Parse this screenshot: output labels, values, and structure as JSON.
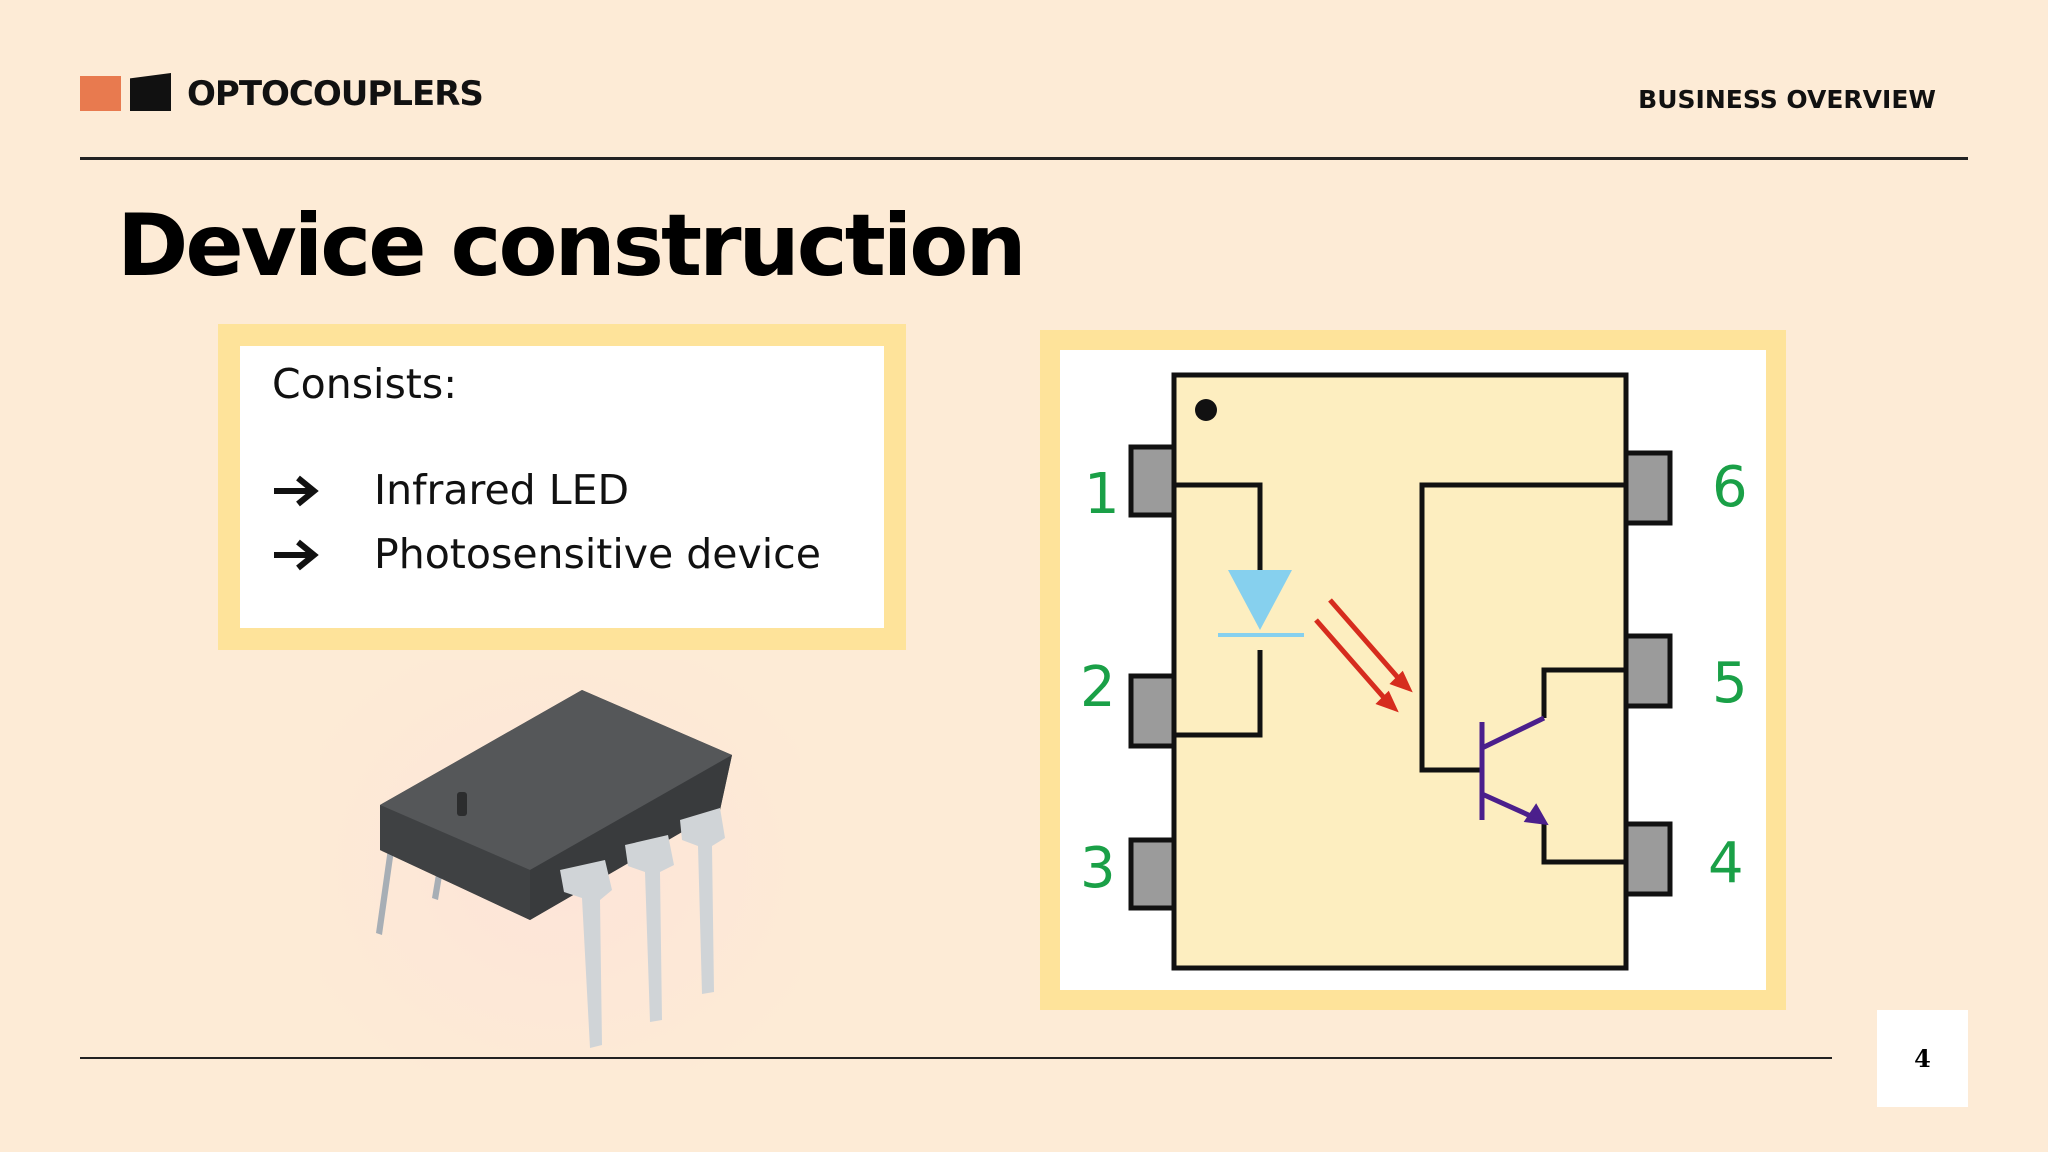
{
  "header": {
    "brand": "OPTOCOUPLERS",
    "section": "BUSINESS OVERVIEW"
  },
  "slide": {
    "title": "Device construction",
    "heading": "Consists:",
    "bullets": [
      "Infrared LED",
      "Photosensitive device"
    ],
    "page_number": "4"
  },
  "diagram": {
    "pin_labels": [
      "1",
      "2",
      "3",
      "4",
      "5",
      "6"
    ],
    "colors": {
      "body_fill": "#fdeec0",
      "pin_fill": "#9b9b9b",
      "pin_label": "#1aa047",
      "led": "#86d0ee",
      "light_arrows": "#d62c1e",
      "transistor": "#4b1f8c"
    },
    "icons": [
      "led-icon",
      "light-arrows-icon",
      "phototransistor-icon",
      "orientation-dot-icon"
    ]
  },
  "colors": {
    "background": "#fdebd6",
    "frame": "#fee39a",
    "logo_orange": "#e87a4f",
    "text": "#111111"
  }
}
